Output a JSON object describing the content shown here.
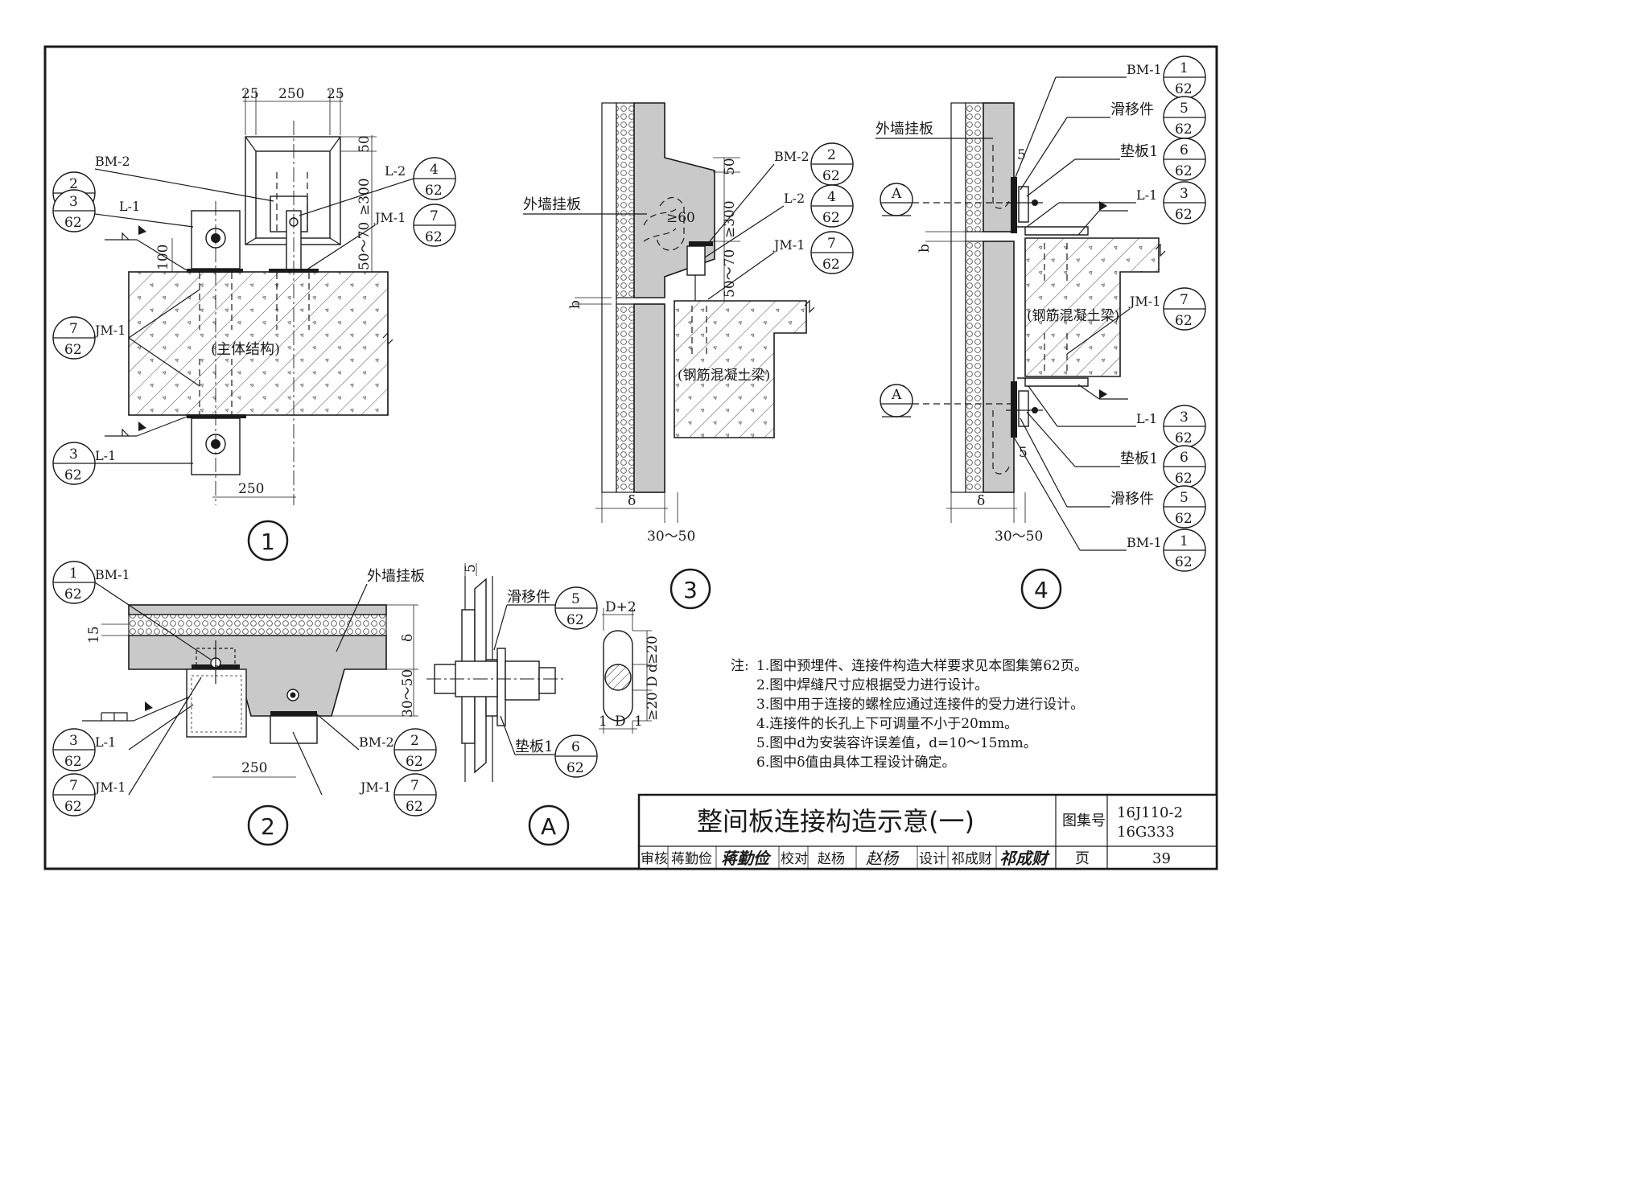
{
  "title_block": {
    "title": "整间板连接构造示意(一)",
    "atlas_label": "图集号",
    "atlas_no_1": "16J110-2",
    "atlas_no_2": "16G333",
    "page_label": "页",
    "page_no": "39",
    "review_label": "审核",
    "reviewer": "蒋勤俭",
    "check_label": "校对",
    "checker": "赵杨",
    "design_label": "设计",
    "designer": "祁成财"
  },
  "notes": {
    "heading": "注:",
    "items": [
      "1.图中预埋件、连接件构造大样要求见本图集第62页。",
      "2.图中焊缝尺寸应根据受力进行设计。",
      "3.图中用于连接的螺栓应通过连接件的受力进行设计。",
      "4.连接件的长孔上下可调量不小于20mm。",
      "5.图中d为安装容许误差值，d=10～15mm。",
      "6.图中δ值由具体工程设计确定。"
    ]
  },
  "detail_numbers": {
    "d1": "1",
    "d2": "2",
    "d3": "3",
    "d4": "4",
    "dA": "A"
  },
  "detail1": {
    "dim_25a": "25",
    "dim_250_top": "250",
    "dim_25b": "25",
    "dim_50": "50",
    "dim_300": "≥300",
    "dim_50_70": "50～70",
    "dim_100": "100",
    "dim_250_bottom": "250",
    "structure_label": "(主体结构)",
    "refs": [
      {
        "code": "BM-2",
        "num": "2",
        "page": "62"
      },
      {
        "code": "L-1",
        "num": "3",
        "page": "62"
      },
      {
        "code": "JM-1",
        "num": "7",
        "page": "62"
      },
      {
        "code": "L-1",
        "num": "3",
        "page": "62"
      },
      {
        "code": "L-2",
        "num": "4",
        "page": "62"
      },
      {
        "code": "JM-1",
        "num": "7",
        "page": "62"
      }
    ]
  },
  "detail2": {
    "panel_label": "外墙挂板",
    "dim_15": "15",
    "dim_delta": "δ",
    "dim_30_50": "30～50",
    "dim_250": "250",
    "refs": [
      {
        "code": "BM-1",
        "num": "1",
        "page": "62"
      },
      {
        "code": "L-1",
        "num": "3",
        "page": "62"
      },
      {
        "code": "JM-1",
        "num": "7",
        "page": "62"
      },
      {
        "code": "BM-2",
        "num": "2",
        "page": "62"
      },
      {
        "code": "JM-1",
        "num": "7",
        "page": "62"
      }
    ]
  },
  "detailA": {
    "dim_5": "5",
    "slide_label": "滑移件",
    "pad_label": "垫板1",
    "dim_d2": "D+2",
    "dim_20a": "≥20",
    "dim_d": "d",
    "dim_D": "D",
    "dim_20b": "≥20",
    "dim_1a": "1",
    "dim_D_bottom": "D",
    "dim_1b": "1",
    "refs": [
      {
        "num": "5",
        "page": "62"
      },
      {
        "num": "6",
        "page": "62"
      }
    ]
  },
  "detail3": {
    "panel_label": "外墙挂板",
    "beam_label": "(钢筋混凝土梁)",
    "dim_60": "≥60",
    "dim_50": "50",
    "dim_300": "≥300",
    "dim_50_70": "50～70",
    "dim_b": "b",
    "dim_delta": "δ",
    "dim_30_50": "30～50",
    "refs": [
      {
        "code": "BM-2",
        "num": "2",
        "page": "62"
      },
      {
        "code": "L-2",
        "num": "4",
        "page": "62"
      },
      {
        "code": "JM-1",
        "num": "7",
        "page": "62"
      }
    ]
  },
  "detail4": {
    "panel_label": "外墙挂板",
    "beam_label": "(钢筋混凝土梁)",
    "section_A": "A",
    "dim_5a": "5",
    "dim_5b": "5",
    "dim_b": "b",
    "dim_delta": "δ",
    "dim_30_50": "30～50",
    "refs": [
      {
        "code": "BM-1",
        "num": "1",
        "page": "62"
      },
      {
        "code": "滑移件",
        "num": "5",
        "page": "62"
      },
      {
        "code": "垫板1",
        "num": "6",
        "page": "62"
      },
      {
        "code": "L-1",
        "num": "3",
        "page": "62"
      },
      {
        "code": "JM-1",
        "num": "7",
        "page": "62"
      },
      {
        "code": "L-1",
        "num": "3",
        "page": "62"
      },
      {
        "code": "垫板1",
        "num": "6",
        "page": "62"
      },
      {
        "code": "滑移件",
        "num": "5",
        "page": "62"
      },
      {
        "code": "BM-1",
        "num": "1",
        "page": "62"
      }
    ]
  }
}
